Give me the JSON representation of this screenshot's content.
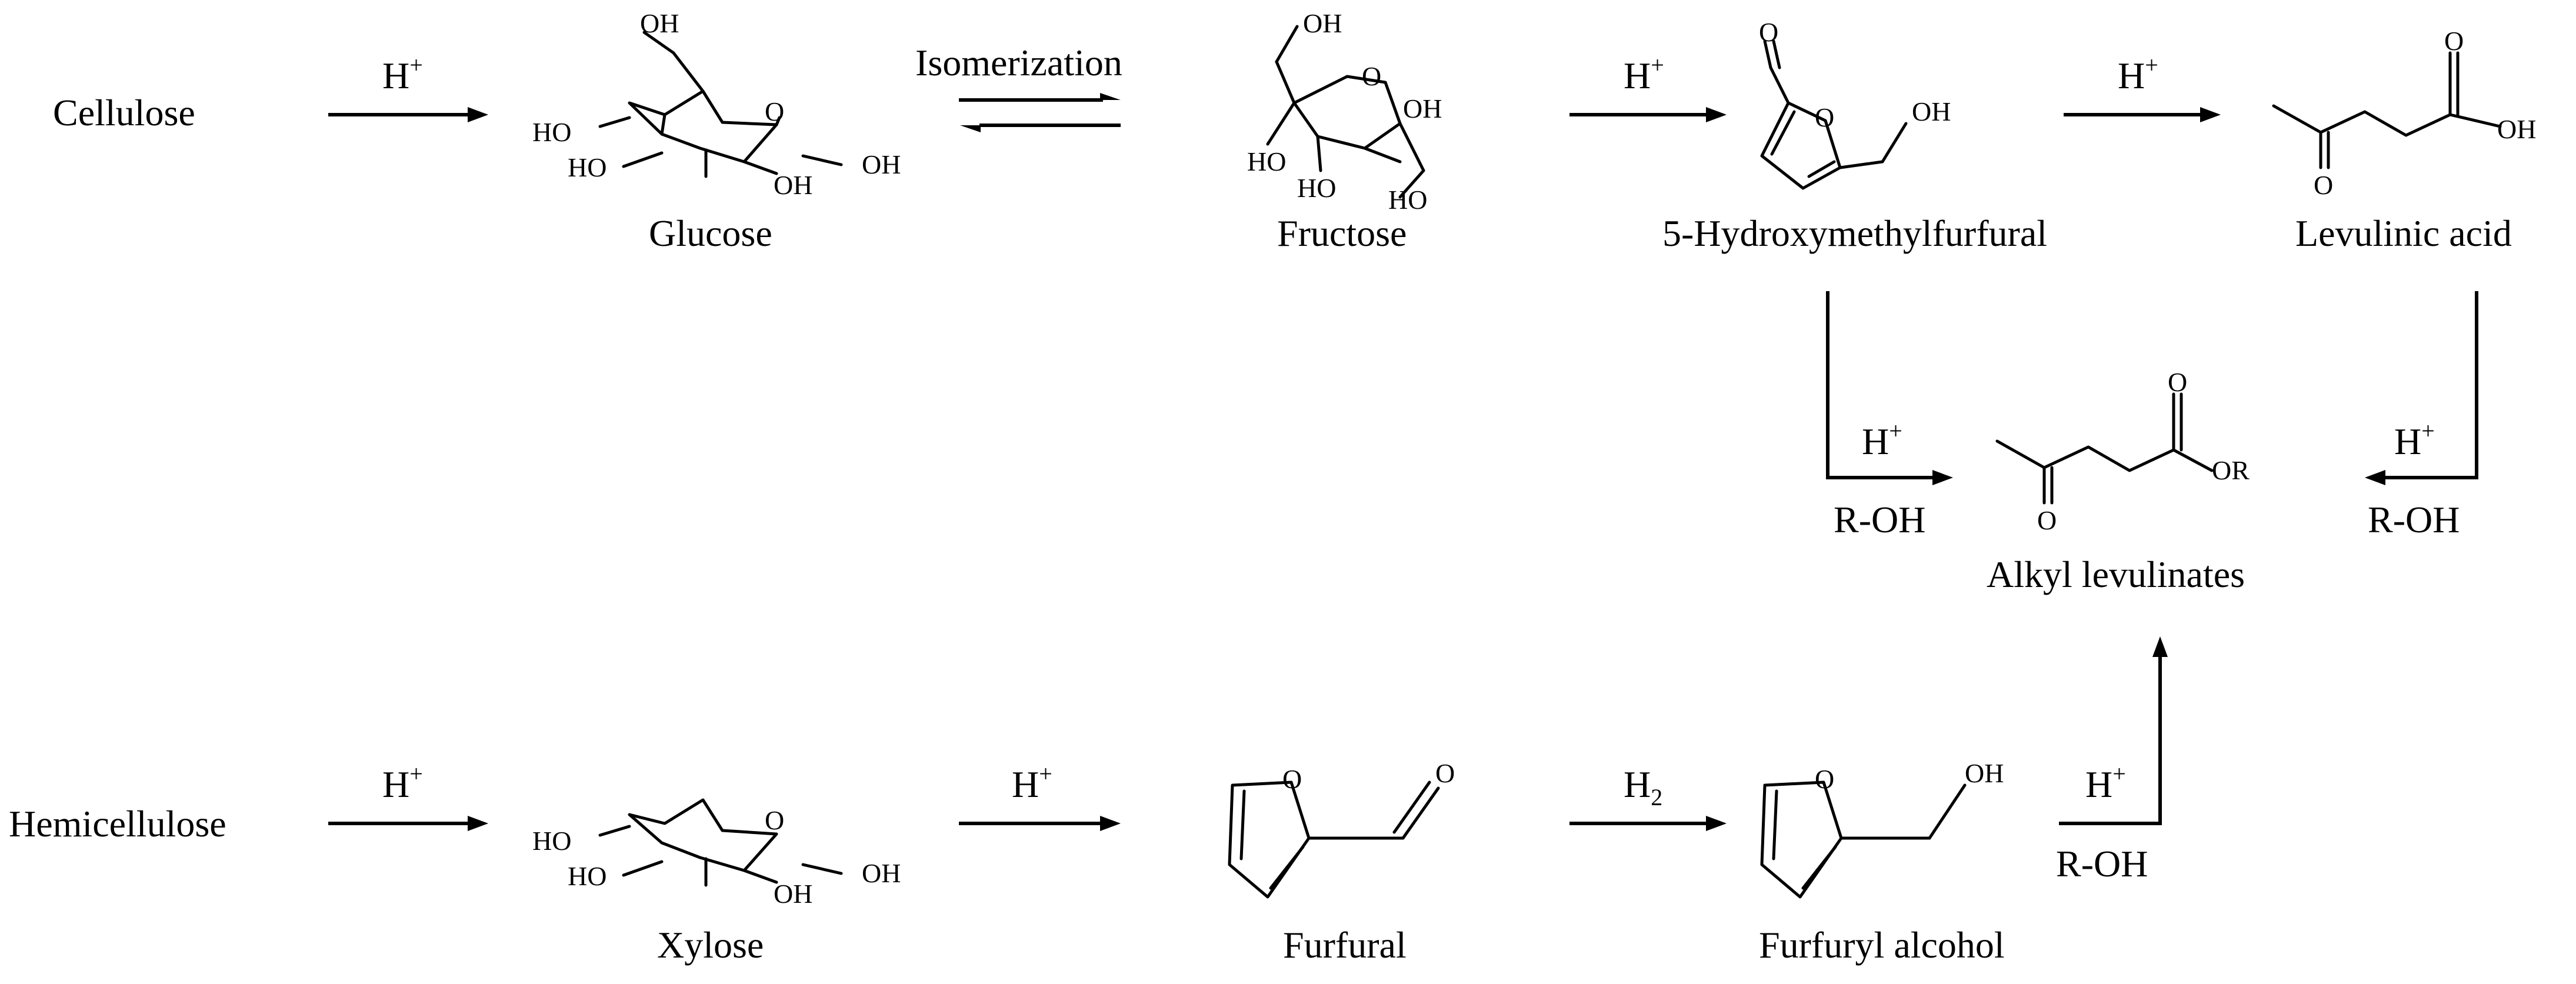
{
  "compounds": {
    "cellulose": "Cellulose",
    "hemicellulose": "Hemicellulose",
    "glucose": "Glucose",
    "fructose": "Fructose",
    "hmf": "5-Hydroxymethylfurfural",
    "levulinic_acid": "Levulinic acid",
    "alkyl_levulinates": "Alkyl levulinates",
    "xylose": "Xylose",
    "furfural": "Furfural",
    "furfuryl_alcohol": "Furfuryl alcohol"
  },
  "conditions": {
    "acid": "H",
    "acid_charge": "+",
    "isomerization": "Isomerization",
    "hydrogen": "H",
    "hydrogen_sub": "2",
    "alcohol": "R-OH"
  },
  "atoms": {
    "oh": "OH",
    "ho": "HO",
    "o": "O",
    "or": "OR"
  },
  "icons": [
    "reaction-arrow",
    "equilibrium-arrows",
    "glucose-structure",
    "fructose-structure",
    "hmf-structure",
    "levulinic-acid-structure",
    "alkyl-levulinate-structure",
    "xylose-structure",
    "furfural-structure",
    "furfuryl-alcohol-structure"
  ]
}
